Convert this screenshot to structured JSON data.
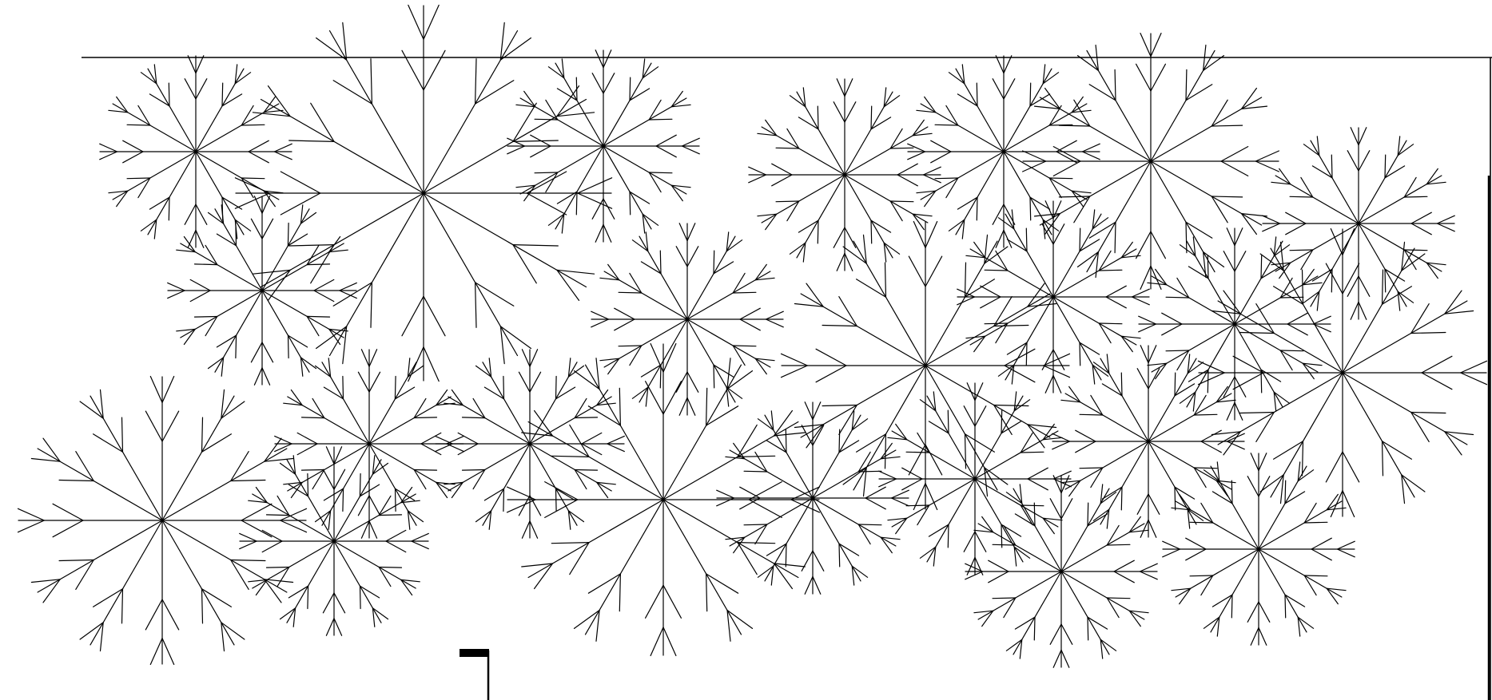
{
  "canvas": {
    "background": "#ffffff",
    "stroke": "#000000"
  },
  "motif": {
    "name": "radial-snowflake",
    "spokes": 12,
    "branch_tiers": 2
  },
  "frame": {
    "top_rule": true,
    "right_rule": true,
    "corner_marker": true
  }
}
